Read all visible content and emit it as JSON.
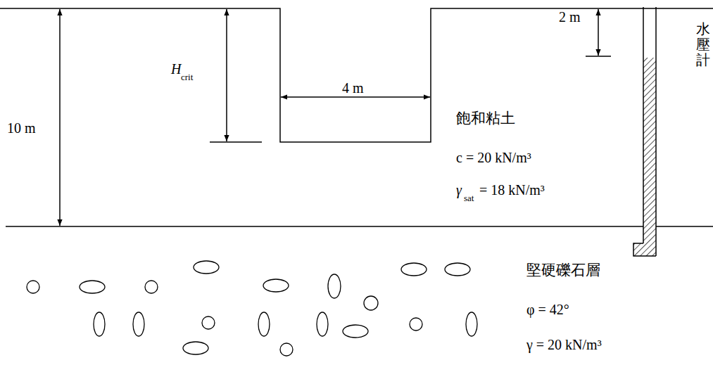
{
  "diagram": {
    "labels": [
      "10 m",
      "H",
      "crit",
      "4 m",
      "2 m",
      "飽和粘土",
      "c = 20 kN/m³",
      "γ",
      "sat",
      "= 18 kN/m³",
      "水壓計",
      "堅硬礫石層",
      "φ = 42°",
      "γ = 20 kN/m³"
    ]
  }
}
